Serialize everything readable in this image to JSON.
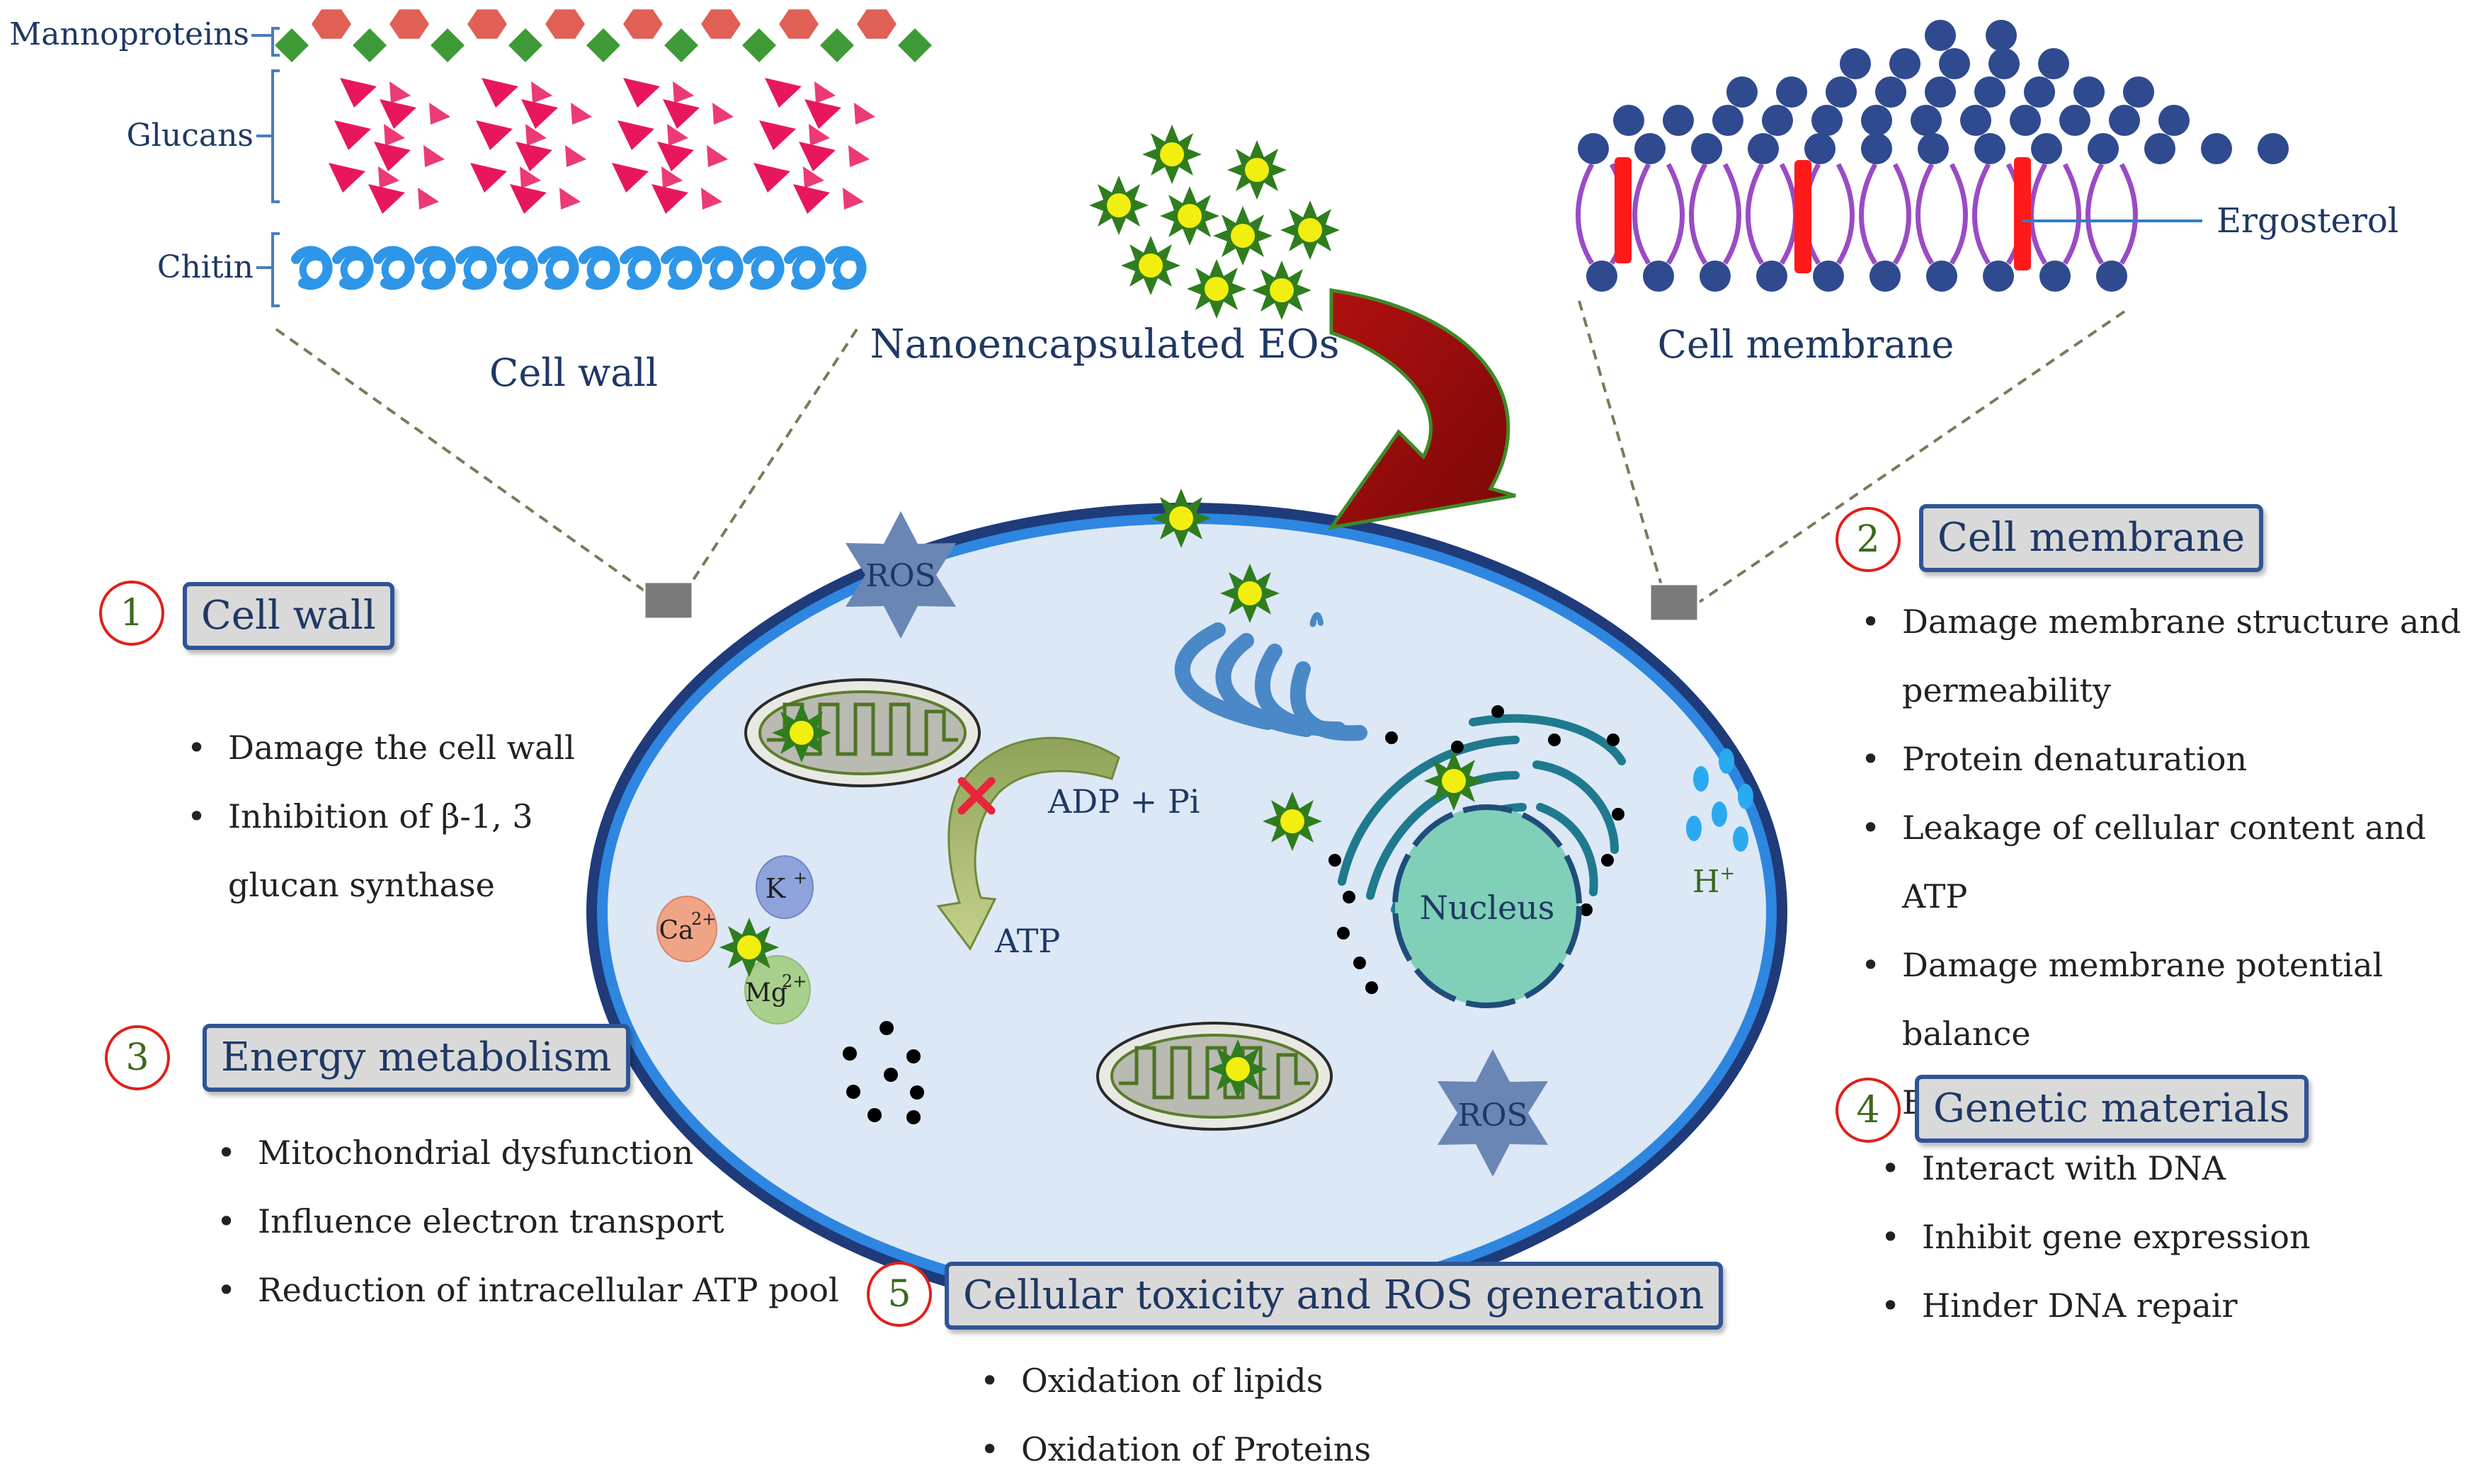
{
  "labels": {
    "mannoproteins": "Mannoproteins",
    "glucans": "Glucans",
    "chitin": "Chitin",
    "cell_wall_caption": "Cell wall",
    "nano": "Nanoencapsulated EOs",
    "ergosterol": "Ergosterol",
    "cell_membrane_caption": "Cell membrane",
    "ros": "ROS",
    "adp": "ADP + Pi",
    "atp": "ATP",
    "k": "K",
    "k_sup": "+",
    "ca": "Ca",
    "ca_sup": "2+",
    "mg": "Mg",
    "mg_sup": "2+",
    "h": "H",
    "h_sup": "+",
    "nucleus": "Nucleus"
  },
  "sections": {
    "cell_wall": {
      "number": "1",
      "title": "Cell wall",
      "items": [
        "Damage the cell wall",
        "Inhibition of β-1, 3 glucan synthase"
      ]
    },
    "cell_membrane": {
      "number": "2",
      "title": "Cell membrane",
      "items": [
        "Damage membrane structure and permeability",
        "Protein denaturation",
        "Leakage of cellular content and ATP",
        "Damage membrane potential balance",
        "Ergosterol inhibition"
      ]
    },
    "energy": {
      "number": "3",
      "title": "Energy metabolism",
      "items": [
        "Mitochondrial dysfunction",
        "Influence electron transport",
        "Reduction of intracellular ATP pool"
      ]
    },
    "genetic": {
      "number": "4",
      "title": "Genetic materials",
      "items": [
        "Interact with DNA",
        "Inhibit gene expression",
        "Hinder DNA repair"
      ]
    },
    "ros": {
      "number": "5",
      "title": "Cellular toxicity and ROS generation",
      "items": [
        "Oxidation of lipids",
        "Oxidation of Proteins"
      ]
    }
  },
  "colors": {
    "cell_fill": "#dce8f5",
    "cell_border_outer": "#1f3b7a",
    "cell_border_inner": "#2e86e0",
    "mannoprotein_hex": "#e06056",
    "mannoprotein_diamond": "#3e9a36",
    "glucan": "#e8175d",
    "chitin": "#2e96e8",
    "lipid_head": "#2f4a8f",
    "lipid_tail": "#9a4bc4",
    "ergosterol": "#ff1a1a",
    "arrow": "#a30d0d",
    "nano_star": "#2f7d1e",
    "nano_core": "#f2ee10",
    "ros_star": "#6a86b5",
    "nucleus": "#80cfb8",
    "mito": "#c9c9c2",
    "golgi": "#4a88c8"
  },
  "icons": [
    "nano-star-icon",
    "ros-star-icon",
    "mitochondrion-icon",
    "golgi-icon",
    "nucleus-icon",
    "inhibition-x-icon",
    "curved-arrow-icon"
  ]
}
